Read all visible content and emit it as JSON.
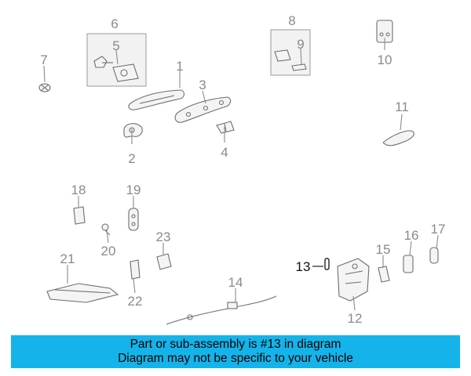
{
  "callouts": {
    "c1": "1",
    "c2": "2",
    "c3": "3",
    "c4": "4",
    "c5": "5",
    "c6": "6",
    "c7": "7",
    "c8": "8",
    "c9": "9",
    "c10": "10",
    "c11": "11",
    "c12": "12",
    "c13": "13",
    "c14": "14",
    "c15": "15",
    "c16": "16",
    "c17": "17",
    "c18": "18",
    "c19": "19",
    "c20": "20",
    "c21": "21",
    "c22": "22",
    "c23": "23"
  },
  "highlighted_part": "13",
  "banner": {
    "line1": "Part or sub-assembly is #13 in diagram",
    "line2": "Diagram may not be specific to your vehicle"
  },
  "colors": {
    "banner_background": "#14b4ea",
    "callout_text": "#8a8a8a",
    "highlight_text": "#111111"
  }
}
